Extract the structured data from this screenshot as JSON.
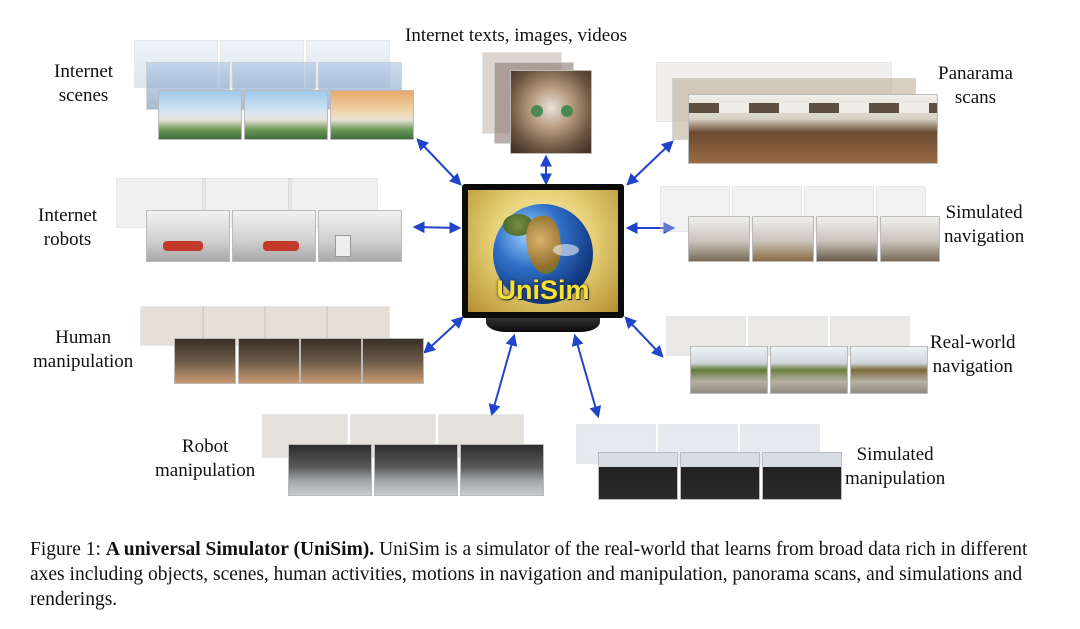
{
  "labels": {
    "internet_scenes": [
      "Internet",
      "scenes"
    ],
    "internet_media": "Internet texts, images, videos",
    "panorama_scans": [
      "Panarama",
      "scans"
    ],
    "internet_robots": [
      "Internet",
      "robots"
    ],
    "simulated_navigation": [
      "Simulated",
      "navigation"
    ],
    "human_manipulation": [
      "Human",
      "manipulation"
    ],
    "realworld_navigation": [
      "Real-world",
      "navigation"
    ],
    "robot_manipulation": [
      "Robot",
      "manipulation"
    ],
    "simulated_manipulation": [
      "Simulated",
      "manipulation"
    ]
  },
  "center": {
    "title": "UniSim"
  },
  "caption": {
    "prefix": "Figure 1: ",
    "bold": "A universal Simulator (UniSim).",
    "text": " UniSim is a simulator of the real-world that learns from broad data rich in different axes including objects, scenes, human activities, motions in navigation and manipulation, panorama scans, and simulations and renderings."
  },
  "colors": {
    "arrow": "#2145c8",
    "title": "#f3e23a"
  }
}
